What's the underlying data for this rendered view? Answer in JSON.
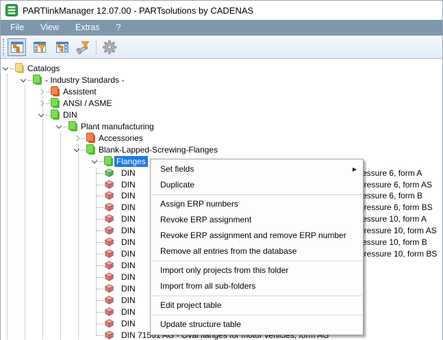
{
  "window": {
    "title": "PARTlinkManager 12.07.00 - PARTsolutions by CADENAS",
    "app_icon": "database-icon"
  },
  "menubar": {
    "items": [
      "File",
      "View",
      "Extras",
      "?"
    ]
  },
  "toolbar": {
    "buttons": [
      {
        "name": "structure-view",
        "icon": "tree-window-icon",
        "selected": true,
        "disabled": false
      },
      {
        "name": "filter-structure-view",
        "icon": "tree-filter-window-icon",
        "selected": false,
        "disabled": false
      },
      {
        "name": "structure-checklist-view",
        "icon": "tree-checklist-window-icon",
        "selected": false,
        "disabled": false
      },
      {
        "name": "bolt-filter",
        "icon": "bolt-filter-icon",
        "selected": false,
        "disabled": false
      },
      {
        "name": "settings",
        "icon": "gear-icon",
        "selected": false,
        "disabled": true
      }
    ]
  },
  "tree": {
    "rows": [
      {
        "label": "Catalogs",
        "level": 0,
        "icon": "folder-yellow",
        "chevron": "expanded",
        "selected": false
      },
      {
        "label": "- Industry Standards -",
        "level": 1,
        "icon": "folder-green",
        "chevron": "expanded",
        "selected": false
      },
      {
        "label": "Assistent",
        "level": 2,
        "icon": "folder-orange",
        "chevron": "collapsed",
        "selected": false
      },
      {
        "label": "ANSI / ASME",
        "level": 2,
        "icon": "folder-green",
        "chevron": "collapsed",
        "selected": false
      },
      {
        "label": "DIN",
        "level": 2,
        "icon": "folder-green",
        "chevron": "expanded",
        "selected": false
      },
      {
        "label": "Plant manufacturing",
        "level": 3,
        "icon": "folder-green",
        "chevron": "expanded",
        "selected": false
      },
      {
        "label": "Accessories",
        "level": 4,
        "icon": "folder-orange",
        "chevron": "collapsed",
        "selected": false
      },
      {
        "label": "Blank-Lapped-Screwing-Flanges",
        "level": 4,
        "icon": "folder-green",
        "chevron": "expanded",
        "selected": false
      },
      {
        "label": "Flanges",
        "level": 5,
        "icon": "folder-green",
        "chevron": "expanded",
        "selected": true
      },
      {
        "label": "DIN",
        "level": 6,
        "icon": "cube-green",
        "right_fragment": "ressure 6, form A"
      },
      {
        "label": "DIN",
        "level": 6,
        "icon": "cube-red",
        "right_fragment": "pressure 6, form AS"
      },
      {
        "label": "DIN",
        "level": 6,
        "icon": "cube-red",
        "right_fragment": "ressure 6, form B"
      },
      {
        "label": "DIN",
        "level": 6,
        "icon": "cube-red",
        "right_fragment": "pressure 6, form BS"
      },
      {
        "label": "DIN",
        "level": 6,
        "icon": "cube-red",
        "right_fragment": "ressure 10, form A"
      },
      {
        "label": "DIN",
        "level": 6,
        "icon": "cube-red",
        "right_fragment": "pressure 10, form AS"
      },
      {
        "label": "DIN",
        "level": 6,
        "icon": "cube-red",
        "right_fragment": "ressure 10, form B"
      },
      {
        "label": "DIN",
        "level": 6,
        "icon": "cube-red",
        "right_fragment": "pressure 10, form BS"
      },
      {
        "label": "DIN",
        "level": 6,
        "icon": "cube-red"
      },
      {
        "label": "DIN",
        "level": 6,
        "icon": "cube-red"
      },
      {
        "label": "DIN",
        "level": 6,
        "icon": "cube-red"
      },
      {
        "label": "DIN",
        "level": 6,
        "icon": "cube-red"
      },
      {
        "label": "DIN",
        "level": 6,
        "icon": "cube-red"
      },
      {
        "label": "DIN",
        "level": 6,
        "icon": "cube-red"
      },
      {
        "label": "DIN 71501 AG - Oval flanges for motor vehicles, form AG",
        "level": 6,
        "icon": "cube-red"
      }
    ]
  },
  "context_menu": {
    "items": [
      {
        "label": "Set fields",
        "submenu": true
      },
      {
        "label": "Duplicate"
      },
      {
        "separator": true
      },
      {
        "label": "Assign ERP numbers"
      },
      {
        "label": "Revoke ERP assignment"
      },
      {
        "label": "Revoke ERP assignment and remove ERP number"
      },
      {
        "label": "Remove all entries from the database"
      },
      {
        "separator": true
      },
      {
        "label": "Import only projects from this folder"
      },
      {
        "label": "Import from all sub-folders"
      },
      {
        "separator": true
      },
      {
        "label": "Edit project table"
      },
      {
        "separator": true
      },
      {
        "label": "Update structure table"
      }
    ]
  },
  "colors": {
    "selection_blue": "#1e7ce2",
    "menubar_blue": "#7f97ac",
    "toolbar_bg": "#e9f1fb",
    "folder_green": "#7edc54",
    "folder_orange": "#f28352",
    "folder_yellow": "#f6d98e",
    "cube_red": "#d98080",
    "cube_green": "#6cc468"
  }
}
